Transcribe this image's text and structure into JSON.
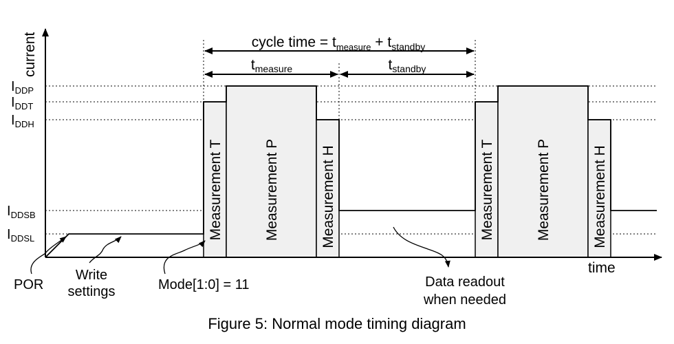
{
  "axes": {
    "y_label": "current",
    "x_label": "time"
  },
  "levels": [
    {
      "main": "I",
      "sub": "DDP"
    },
    {
      "main": "I",
      "sub": "DDT"
    },
    {
      "main": "I",
      "sub": "DDH"
    },
    {
      "main": "I",
      "sub": "DDSB"
    },
    {
      "main": "I",
      "sub": "DDSL"
    }
  ],
  "cycle_time": {
    "prefix": "cycle time = t",
    "sub1": "measure",
    "middle": " + t",
    "sub2": "standby"
  },
  "t_measure": {
    "main": "t",
    "sub": "measure"
  },
  "t_standby": {
    "main": "t",
    "sub": "standby"
  },
  "segments": {
    "measurement_t": "Measurement T",
    "measurement_p": "Measurement P",
    "measurement_h": "Measurement H"
  },
  "annotations": {
    "por": "POR",
    "write_settings_line1": "Write",
    "write_settings_line2": "settings",
    "mode": "Mode[1:0] = 11",
    "data_readout_line1": "Data readout",
    "data_readout_line2": "when needed"
  },
  "caption": "Figure 5: Normal mode timing diagram",
  "colors": {
    "fill": "#f0f0f0",
    "line": "#000000"
  }
}
